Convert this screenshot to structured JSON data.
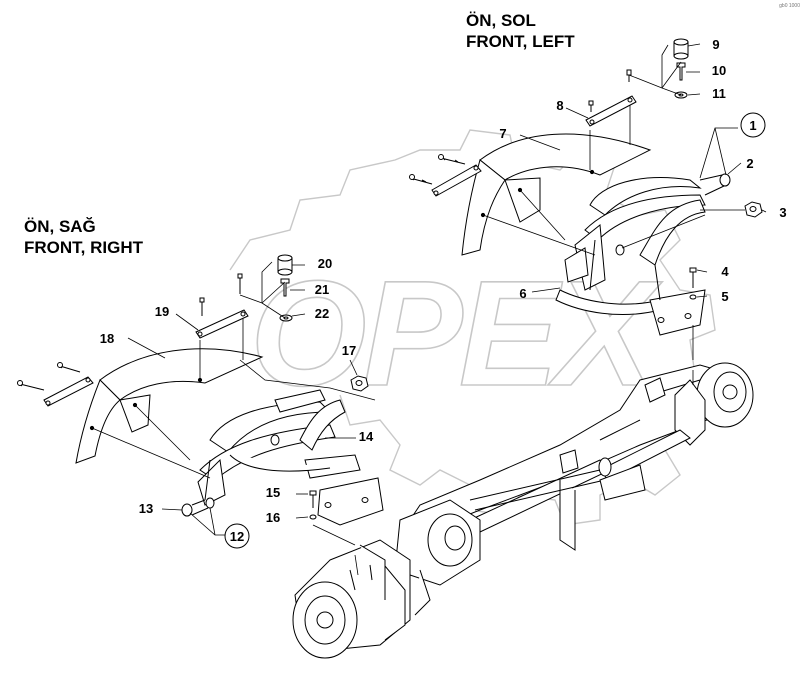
{
  "labels": {
    "front_left_tr": "ÖN, SOL",
    "front_left_en": "FRONT, LEFT",
    "front_right_tr": "ÖN, SAĞ",
    "front_right_en": "FRONT, RIGHT",
    "watermark": "OPEX",
    "corner_code": "gb0 1000"
  },
  "callouts": [
    {
      "id": "1",
      "circled": true
    },
    {
      "id": "2"
    },
    {
      "id": "3"
    },
    {
      "id": "4"
    },
    {
      "id": "5"
    },
    {
      "id": "6"
    },
    {
      "id": "7"
    },
    {
      "id": "8"
    },
    {
      "id": "9"
    },
    {
      "id": "10"
    },
    {
      "id": "11"
    },
    {
      "id": "12",
      "circled": true
    },
    {
      "id": "13"
    },
    {
      "id": "14"
    },
    {
      "id": "15"
    },
    {
      "id": "16"
    },
    {
      "id": "17"
    },
    {
      "id": "18"
    },
    {
      "id": "19"
    },
    {
      "id": "20"
    },
    {
      "id": "21"
    },
    {
      "id": "22"
    }
  ],
  "colors": {
    "line": "#000000",
    "watermark": "#c8c8c8",
    "background": "#ffffff"
  }
}
